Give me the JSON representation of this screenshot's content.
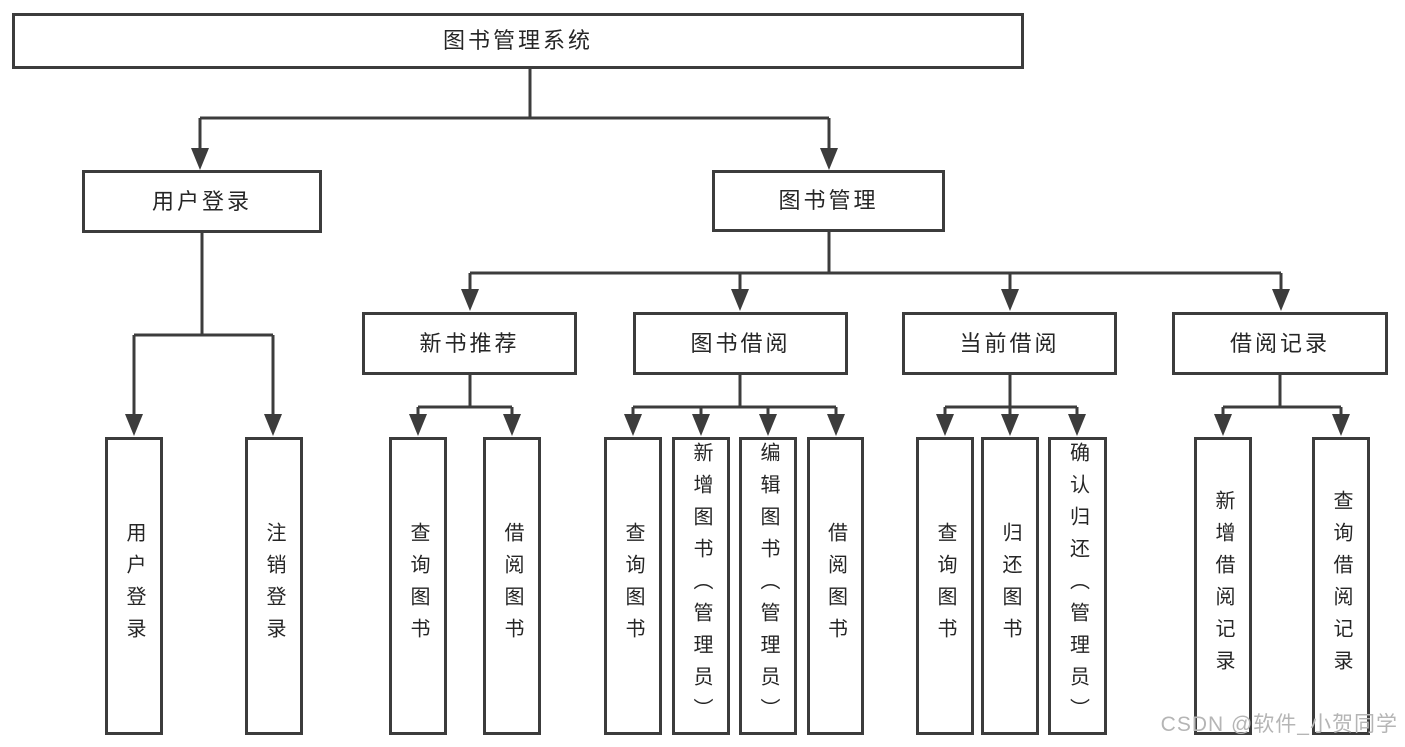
{
  "diagram": {
    "root": "图书管理系统",
    "branches": [
      {
        "label": "用户登录",
        "children": [
          {
            "label": "用户登录"
          },
          {
            "label": "注销登录"
          }
        ]
      },
      {
        "label": "图书管理",
        "children": [
          {
            "label": "新书推荐",
            "children": [
              {
                "label": "查询图书"
              },
              {
                "label": "借阅图书"
              }
            ]
          },
          {
            "label": "图书借阅",
            "children": [
              {
                "label": "查询图书"
              },
              {
                "label": "新增图书（管理员）"
              },
              {
                "label": "编辑图书（管理员）"
              },
              {
                "label": "借阅图书"
              }
            ]
          },
          {
            "label": "当前借阅",
            "children": [
              {
                "label": "查询图书"
              },
              {
                "label": "归还图书"
              },
              {
                "label": "确认归还（管理员）"
              }
            ]
          },
          {
            "label": "借阅记录",
            "children": [
              {
                "label": "新增借阅记录"
              },
              {
                "label": "查询借阅记录"
              }
            ]
          }
        ]
      }
    ]
  },
  "watermark": "CSDN @软件_小贺同学",
  "colors": {
    "line": "#3c3c3c",
    "box_border": "#3c3c3c",
    "text": "#262626",
    "watermark": "#b5b5b5",
    "background": "#ffffff"
  }
}
